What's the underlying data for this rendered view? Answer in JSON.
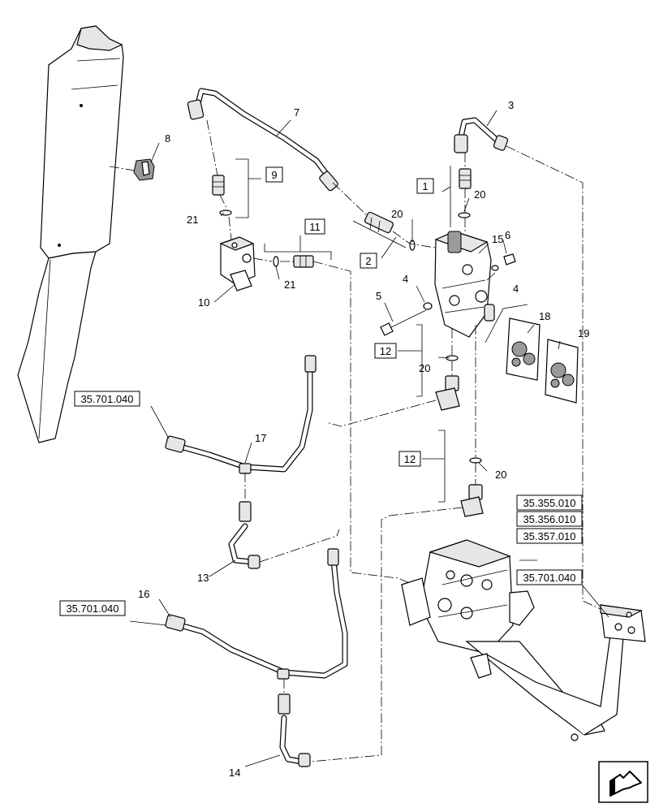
{
  "callouts": {
    "n1": "1",
    "n2": "2",
    "n3": "3",
    "n4a": "4",
    "n4b": "4",
    "n5": "5",
    "n6": "6",
    "n7": "7",
    "n8": "8",
    "n9": "9",
    "n10": "10",
    "n11": "11",
    "n12a": "12",
    "n12b": "12",
    "n13": "13",
    "n14": "14",
    "n15": "15",
    "n16": "16",
    "n17": "17",
    "n18": "18",
    "n19": "19",
    "n20a": "20",
    "n20b": "20",
    "n20c": "20",
    "n20d": "20",
    "n20e": "20",
    "n21a": "21",
    "n21b": "21"
  },
  "references": {
    "r_left_top": "35.701.040",
    "r_left_bottom": "35.701.040",
    "r_right": "35.701.040",
    "r_valve_1": "35.355.010",
    "r_valve_2": "35.356.010",
    "r_valve_3": "35.357.010"
  }
}
